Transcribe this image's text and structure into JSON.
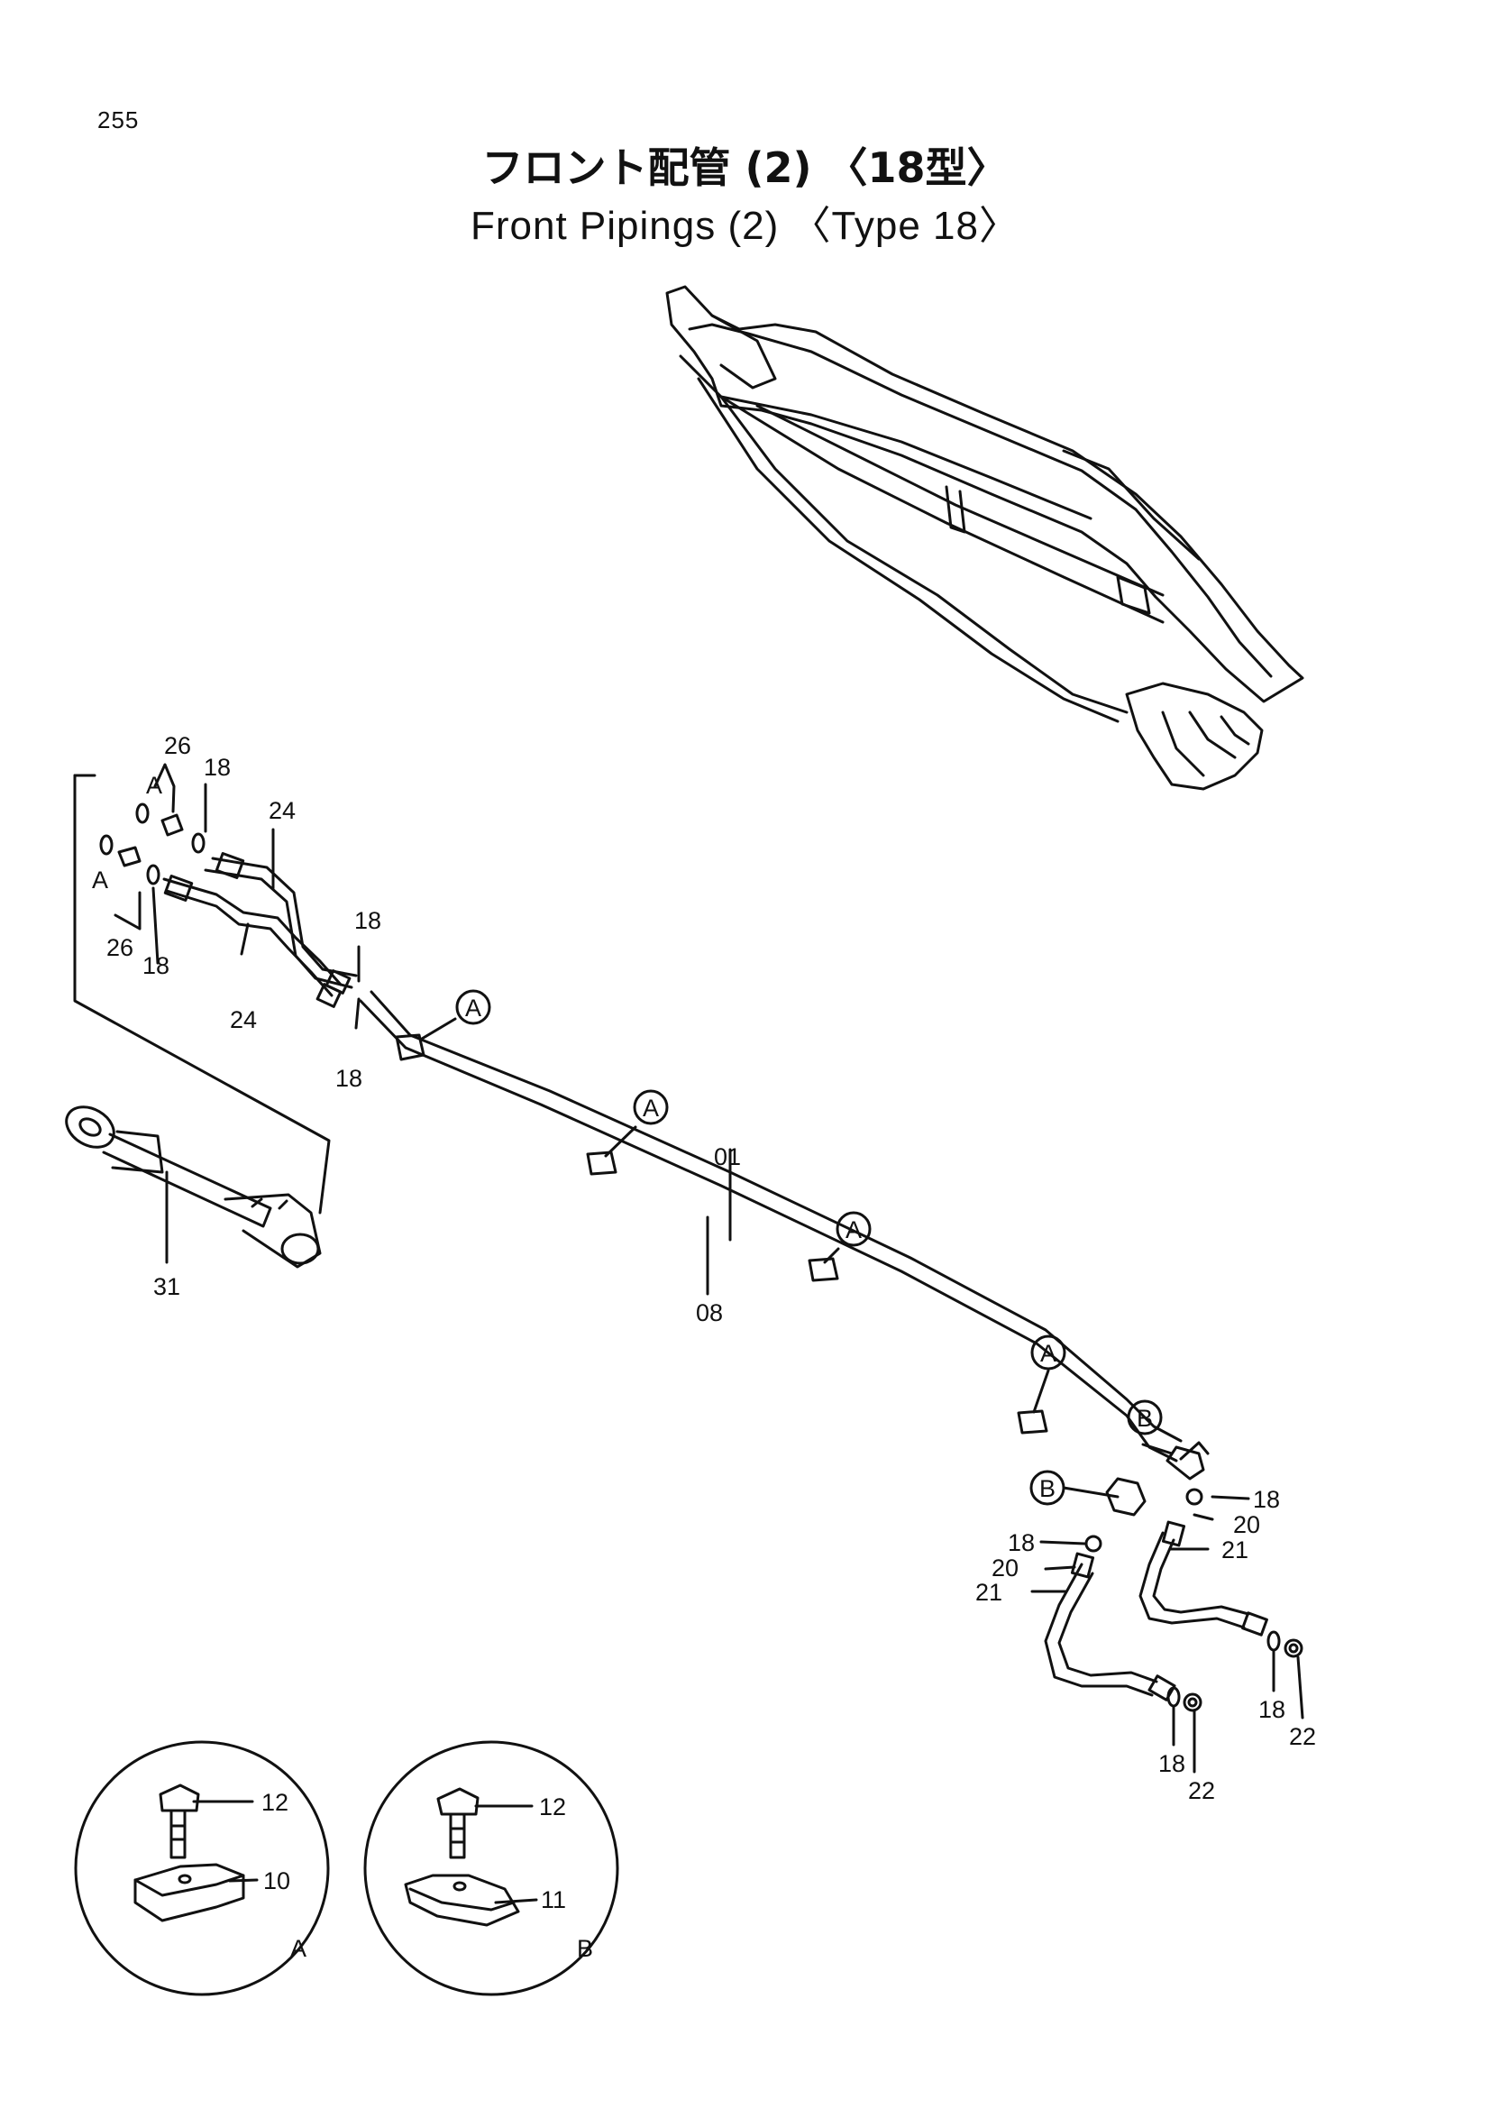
{
  "page_number": "255",
  "title_jp": "フロント配管 (2) 〈18型〉",
  "title_en": "Front Pipings (2) 〈Type 18〉",
  "part_labels": {
    "p01": "01",
    "p08": "08",
    "p10": "10",
    "p11": "11",
    "p12": "12",
    "p18": "18",
    "p20": "20",
    "p21": "21",
    "p22": "22",
    "p24": "24",
    "p26": "26",
    "p31": "31"
  },
  "refs": {
    "a": "A",
    "b": "B"
  }
}
